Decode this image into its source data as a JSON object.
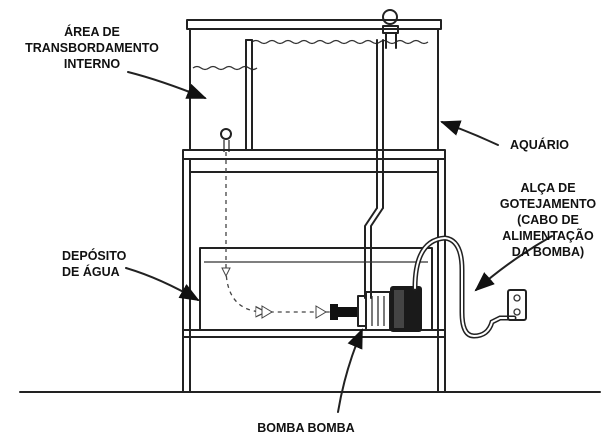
{
  "labels": {
    "overflow_line1": "ÁREA DE",
    "overflow_line2": "TRANSBORDAMENTO",
    "overflow_line3": "INTERNO",
    "aquarium": "AQUÁRIO",
    "drip_line1": "ALÇA DE",
    "drip_line2": "GOTEJAMENTO",
    "drip_line3": "(CABO DE",
    "drip_line4": "ALIMENTAÇÃO",
    "drip_line5": "DA BOMBA)",
    "reservoir_line1": "DEPÓSITO",
    "reservoir_line2": "DE ÁGUA",
    "pump": "BOMBA BOMBA"
  },
  "colors": {
    "line": "#222222",
    "background": "#ffffff"
  }
}
